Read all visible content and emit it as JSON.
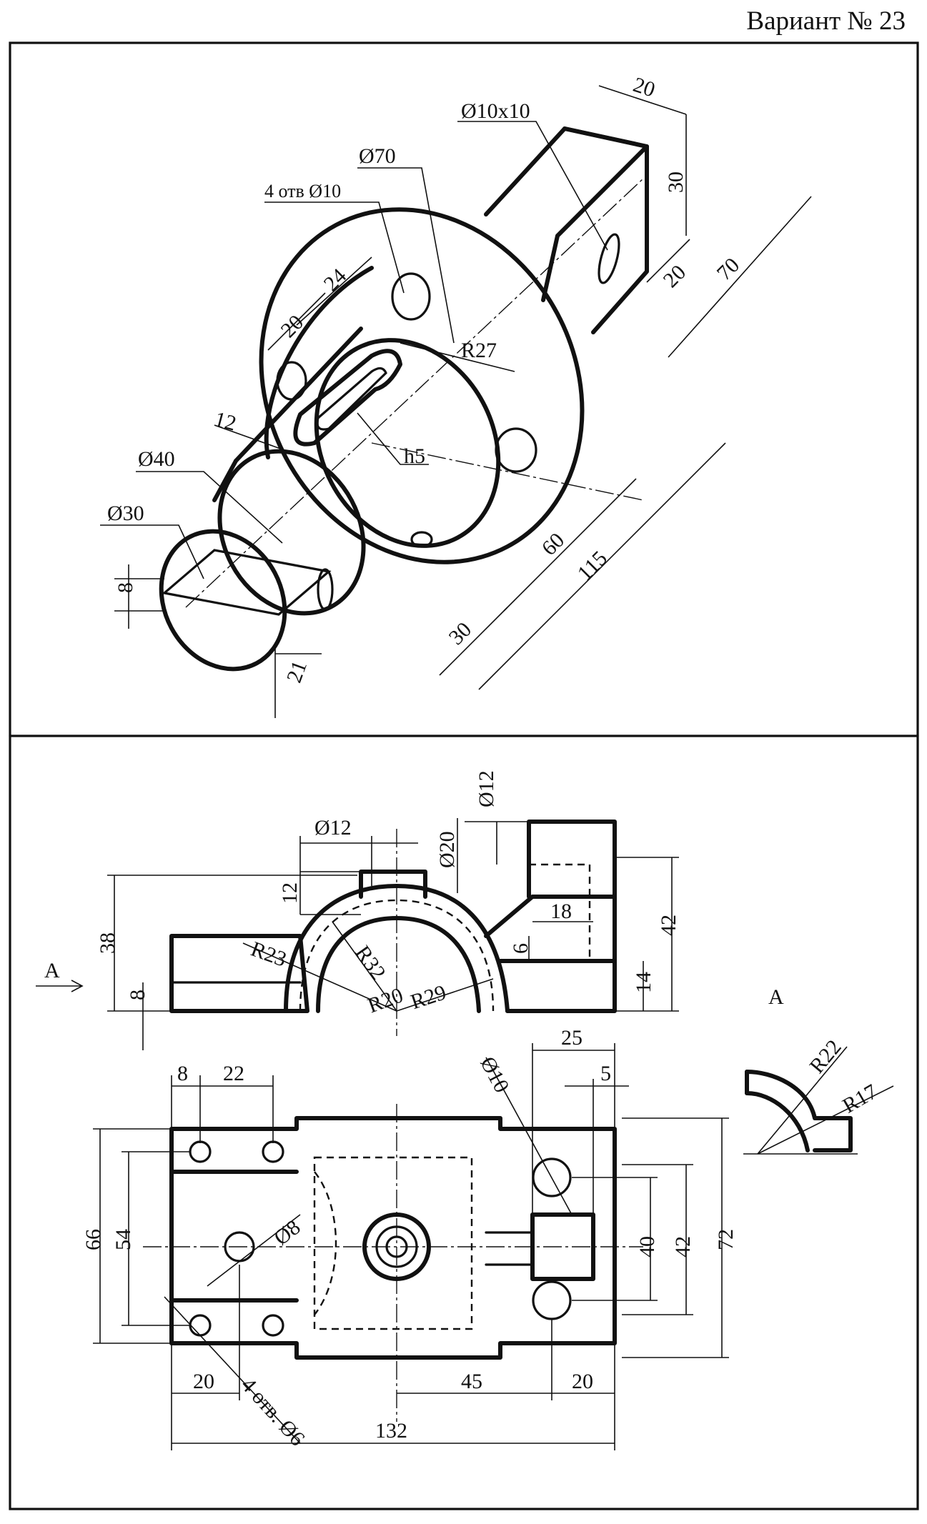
{
  "header": {
    "variant": "Вариант № 23"
  },
  "iso_view": {
    "labels": {
      "d10x10": "Ø10x10",
      "w20_top": "20",
      "h30": "30",
      "w20_side": "20",
      "l70": "70",
      "d70": "Ø70",
      "holes4": "4 отв Ø10",
      "d24": "24",
      "d20": "20",
      "r27": "R27",
      "d12": "12",
      "h5": "h5",
      "d40": "Ø40",
      "d30": "Ø30",
      "d8": "8",
      "d21": "21",
      "l30": "30",
      "l60": "60",
      "l115": "115"
    }
  },
  "ortho_view": {
    "front": {
      "d12_top": "Ø12",
      "d12_v": "Ø12",
      "d20_v": "Ø20",
      "h12": "12",
      "h38": "38",
      "h8": "8",
      "r23": "R23",
      "r32": "R32",
      "r20": "R20",
      "r29": "R29",
      "w18": "18",
      "h6": "6",
      "h42": "42",
      "h14": "14",
      "arrow_label": "A"
    },
    "section_a": {
      "title": "A",
      "r22": "R22",
      "r17": "R17"
    },
    "plan": {
      "w8": "8",
      "w22": "22",
      "w25": "25",
      "w5": "5",
      "d10": "Ø10",
      "d8": "Ø8",
      "h66": "66",
      "h54": "54",
      "h40": "40",
      "h42": "42",
      "h72": "72",
      "holes4": "4 отв. Ø6",
      "w20_left": "20",
      "w45": "45",
      "w20_right": "20",
      "w132": "132"
    }
  }
}
